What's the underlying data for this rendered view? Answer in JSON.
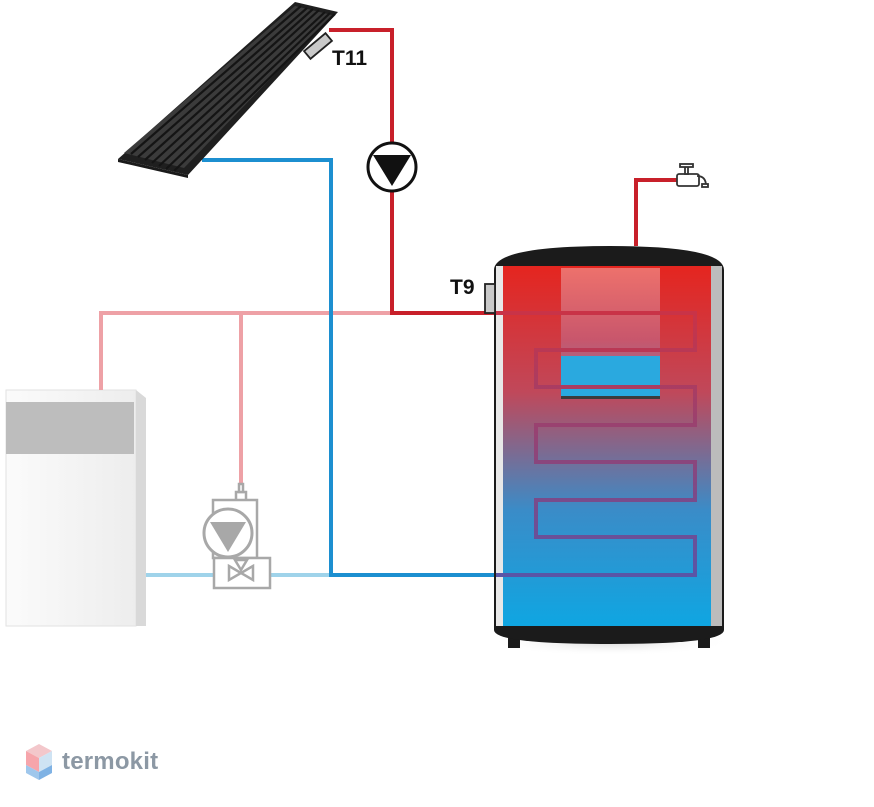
{
  "labels": {
    "collector_sensor": "T11",
    "tank_sensor": "T9"
  },
  "brand": {
    "name": "termokit"
  },
  "icons": {
    "collector": "solar-collector-icon",
    "solar_pump": "circulation-pump-icon",
    "boiler_pump": "pump-group-icon",
    "valve": "valve-icon",
    "faucet": "faucet-icon",
    "logo": "termokit-logo-icon"
  },
  "colors": {
    "hot_pipe": "#c8202a",
    "cold_pipe": "#1c8fd0",
    "boiler_hot_pipe": "#eea1a6",
    "boiler_cold_pipe": "#9fd3ea",
    "tank_top": "#e5251f",
    "tank_bottom": "#12a5e0",
    "tank_jacket": "#1b1b1b",
    "collector": "#333333"
  }
}
